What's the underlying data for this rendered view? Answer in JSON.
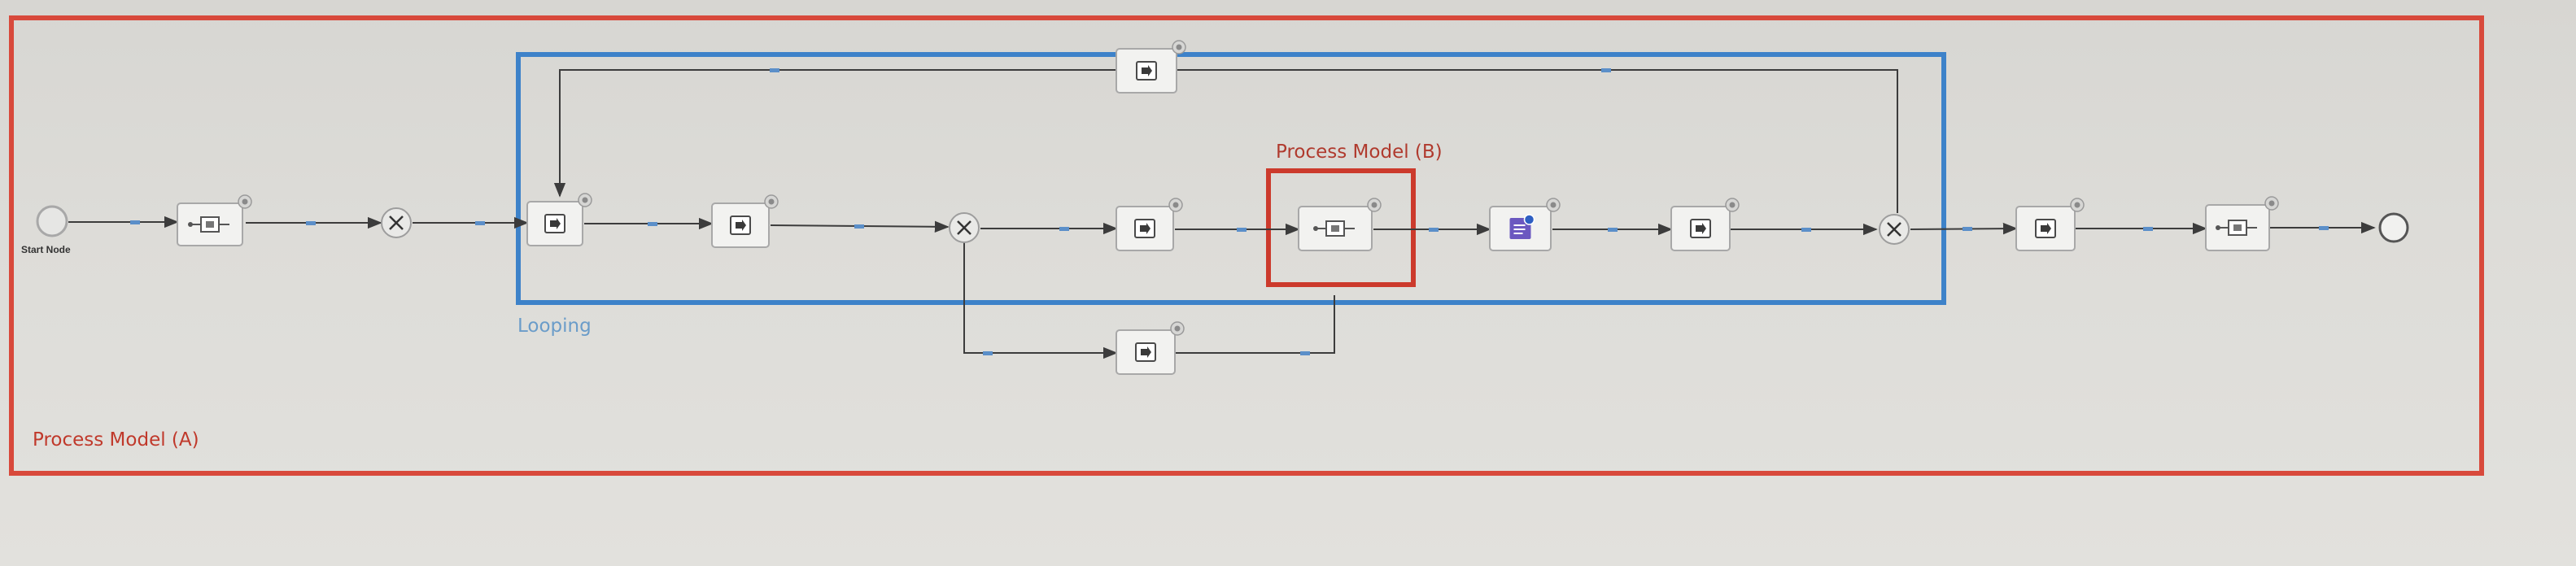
{
  "labels": {
    "start_node": "Start Node",
    "process_model_b": "Process Model (B)",
    "looping": "Looping",
    "process_model_a": "Process Model (A)"
  },
  "colors": {
    "outer_frame": "#d8493b",
    "loop_frame": "#3d82c9",
    "highlight_frame": "#cc3a2c",
    "node_border": "#a8a8a8",
    "node_fill": "#f2f2f0",
    "edge": "#3c3c3c",
    "edge_marker": "#5b8fc9",
    "script_icon": "#6b58c0"
  },
  "nodes": [
    {
      "id": "start-node",
      "type": "start-event"
    },
    {
      "id": "subprocess-1",
      "type": "subprocess",
      "icon": "subprocess-icon"
    },
    {
      "id": "gateway-1",
      "type": "xor-gateway"
    },
    {
      "id": "task-loop-1",
      "type": "task",
      "icon": "task-icon"
    },
    {
      "id": "task-loop-2",
      "type": "task",
      "icon": "task-icon"
    },
    {
      "id": "gateway-2",
      "type": "xor-gateway"
    },
    {
      "id": "task-loop-3",
      "type": "task",
      "icon": "task-icon"
    },
    {
      "id": "subprocess-b",
      "type": "subprocess",
      "icon": "subprocess-icon"
    },
    {
      "id": "script-task",
      "type": "script-task",
      "icon": "script-icon"
    },
    {
      "id": "task-loop-4",
      "type": "task",
      "icon": "task-icon"
    },
    {
      "id": "gateway-3",
      "type": "xor-gateway"
    },
    {
      "id": "task-5",
      "type": "task",
      "icon": "task-icon"
    },
    {
      "id": "subprocess-2",
      "type": "subprocess",
      "icon": "subprocess-icon"
    },
    {
      "id": "end-node",
      "type": "end-event"
    },
    {
      "id": "task-loopback",
      "type": "task",
      "icon": "task-icon"
    },
    {
      "id": "task-bypass",
      "type": "task",
      "icon": "task-icon"
    }
  ]
}
